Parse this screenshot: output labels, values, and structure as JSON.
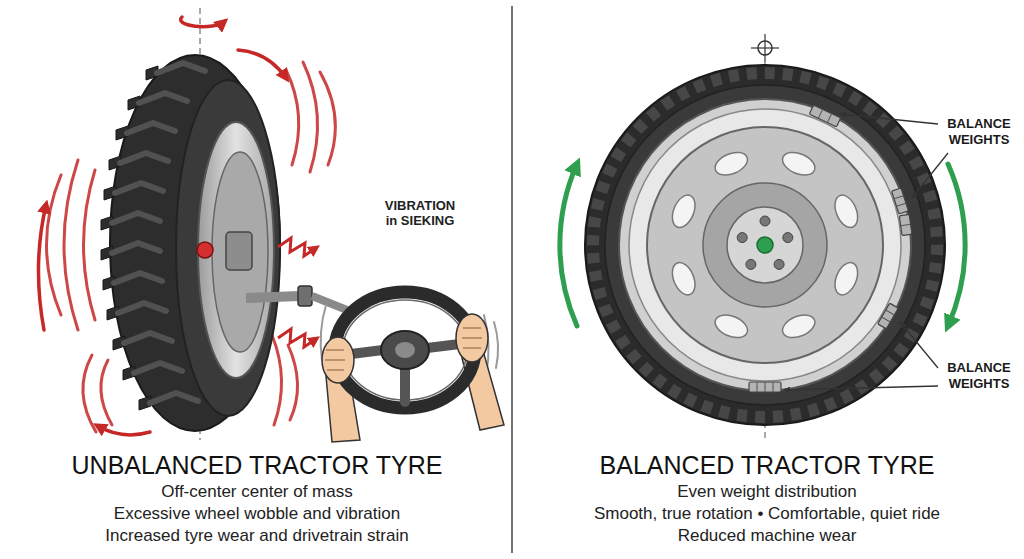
{
  "diagram": {
    "labels": [
      "VIBRATION in SIEKING",
      "BALANCE WEIGHTS",
      "BALANCE WEIGHTS",
      "UNBALANCED TRACTOR TYRE",
      "Off-center center of mass",
      "Excessive wheel wobble and vibration",
      "Increased tyre wear and drivetrain strain",
      "BALANCED TRACTOR TYRE",
      "Even weight distribution",
      "Smooth, true rotation • Comfortable, quiet ride",
      "Reduced machine wear"
    ]
  }
}
